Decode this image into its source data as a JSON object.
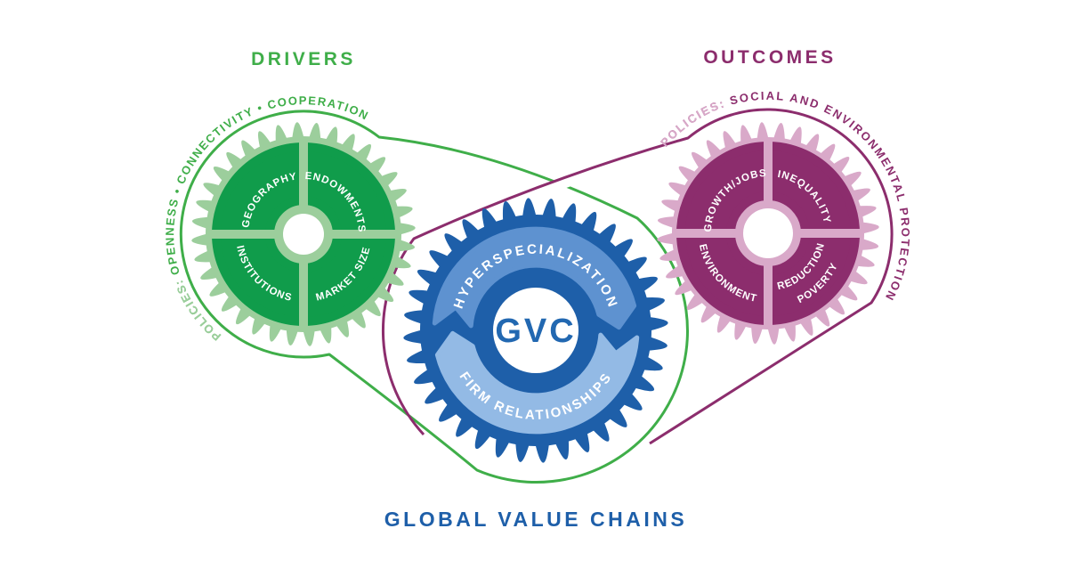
{
  "titles": {
    "drivers": "DRIVERS",
    "outcomes": "OUTCOMES",
    "global": "GLOBAL VALUE CHAINS"
  },
  "left_gear": {
    "policy": "POLICIES: OPENNESS • CONNECTIVITY • COOPERATION",
    "policy_prefix": "POLICIES:",
    "quadrants": [
      "GEOGRAPHY",
      "ENDOWMENTS",
      "INSTITUTIONS",
      "MARKET SIZE"
    ]
  },
  "center_gear": {
    "core": "GVC",
    "top_band": "HYPERSPECIALIZATION",
    "bottom_band": "FIRM RELATIONSHIPS"
  },
  "right_gear": {
    "policy": "POLICIES: SOCIAL AND ENVIRONMENTAL PROTECTION",
    "policy_prefix": "POLICIES:",
    "quadrants": [
      "GROWTH/JOBS",
      "INEQUALITY",
      "ENVIRONMENT",
      "POVERTY REDUCTION"
    ],
    "poverty_lines": [
      "POVERTY",
      "REDUCTION"
    ]
  },
  "colors": {
    "green": "#3FAE49",
    "green_light": "#9CCE9C",
    "green_dark": "#109C4B",
    "blue_dark": "#1E5FA9",
    "blue_mid": "#5E92D0",
    "blue_light": "#93BAE5",
    "blue_text": "#2268B1",
    "pink_light": "#D9A9C9",
    "purple_dark": "#8C2D6D",
    "white": "#FFFFFF"
  }
}
